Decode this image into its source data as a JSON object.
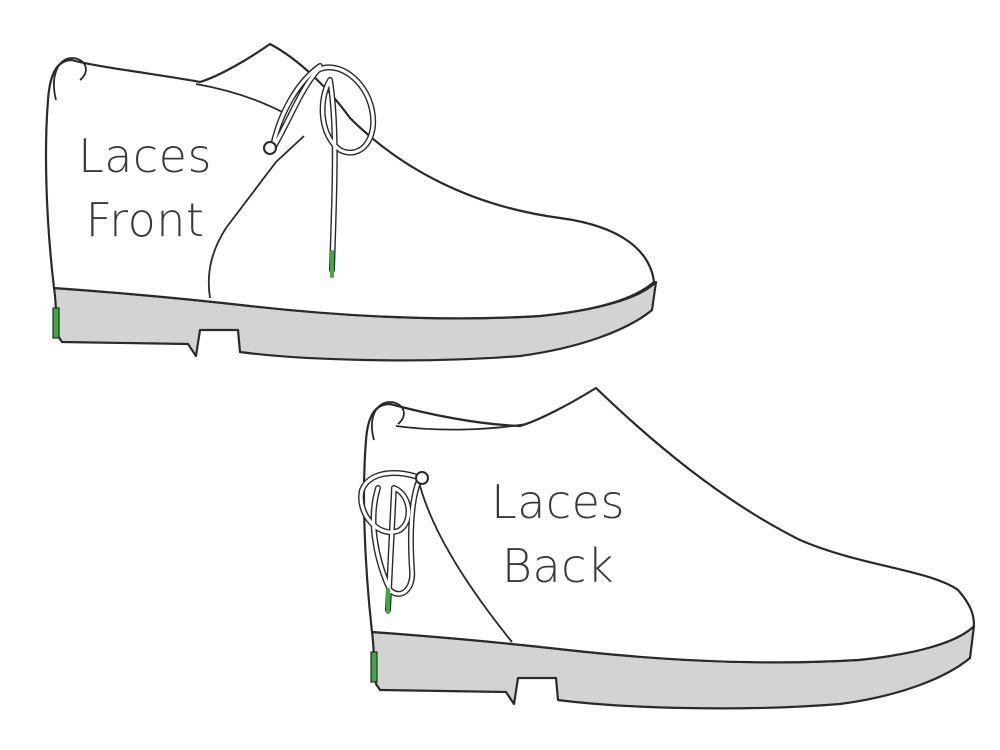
{
  "labels": {
    "front": {
      "line1": "Laces",
      "line2": "Front"
    },
    "back": {
      "line1": "Laces",
      "line2": "Back"
    }
  },
  "colors": {
    "outline": "#2a2a2a",
    "sole": "#d3d3d3",
    "aglet": "#3cab3c",
    "text": "#3a3a3a"
  }
}
